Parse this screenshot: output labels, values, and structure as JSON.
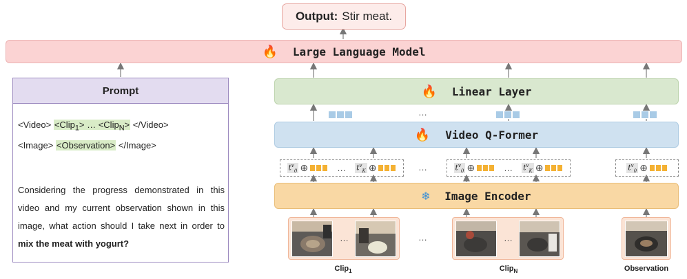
{
  "output": {
    "label": "Output:",
    "text": "Stir meat."
  },
  "layers": {
    "llm": "Large Language Model",
    "linear": "Linear Layer",
    "qformer": "Video Q-Former",
    "encoder": "Image Encoder"
  },
  "icons": {
    "trainable": "fire-icon",
    "frozen": "snowflake-icon"
  },
  "prompt": {
    "title": "Prompt",
    "video_open": "<Video>",
    "clip1": "<Clip",
    "clip1_sub": "1",
    "clip_gt": ">",
    "ellipsis": "…",
    "clipN": "<Clip",
    "clipN_sub": "N",
    "video_close": "</Video>",
    "image_open": "<Image>",
    "observation": "<Observation>",
    "image_close": "</Image>",
    "question": "Considering the progress demonstrated in this video and my current observation shown in this image, what action should I take next in order to",
    "question_bold": "mix the meat with yogurt?"
  },
  "tokens": {
    "t0": "t",
    "tk": "t",
    "sub0": "0",
    "subk": "K",
    "sup": "v",
    "ellipsis": "…"
  },
  "inputs": {
    "clip1": {
      "name": "Clip",
      "sub": "1"
    },
    "clipN": {
      "name": "Clip",
      "sub": "N"
    },
    "observation": "Observation"
  },
  "colors": {
    "llm": "#fbd3d3",
    "linear": "#d9e8cf",
    "qformer": "#cfe1f0",
    "encoder": "#f9d8a4",
    "output": "#fdecea",
    "prompt_header": "#e3dcf0",
    "highlight": "#d9ecc7",
    "token_orange": "#f4b133",
    "token_blue": "#a9cbe6",
    "frames_bg": "#fbe4d6"
  }
}
